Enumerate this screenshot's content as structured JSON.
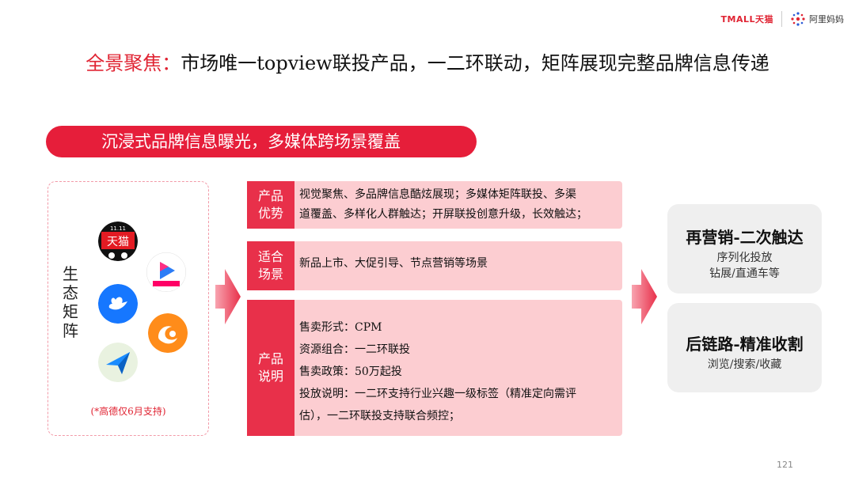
{
  "header": {
    "logo_tmall": "TMALL天猫",
    "logo_alimama": "阿里妈妈"
  },
  "title": {
    "prefix": "全景聚焦：",
    "main": "市场唯一topview联投产品，一二环联动，矩阵展现完整品牌信息传递"
  },
  "banner": "沉浸式品牌信息曝光，多媒体跨场景覆盖",
  "eco": {
    "label": "生态矩阵",
    "note": "(*高德仅6月支持)",
    "apps": [
      "tmall-app-icon",
      "youku-app-icon",
      "alipay-app-icon",
      "uc-browser-app-icon",
      "amap-app-icon"
    ]
  },
  "boxes": {
    "advantage": {
      "tag": "产品优势",
      "lines": [
        "视觉聚焦、多品牌信息酷炫展现；多媒体矩阵联投、多渠",
        "道覆盖、多样化人群触达；开屏联投创意升级，长效触达；"
      ]
    },
    "scenario": {
      "tag": "适合场景",
      "text": "新品上市、大促引导、节点营销等场景"
    },
    "description": {
      "tag": "产品说明",
      "lines": [
        "售卖形式：CPM",
        "资源组合：一二环联投",
        "售卖政策：50万起投",
        "投放说明：一二环支持行业兴趣一级标签（精准定向需评",
        "估），一二环联投支持联合频控；"
      ]
    }
  },
  "right": {
    "remarketing": {
      "title": "再营销-二次触达",
      "lines": [
        "序列化投放",
        "钻展/直通车等"
      ]
    },
    "harvest": {
      "title": "后链路-精准收割",
      "lines": [
        "浏览/搜索/收藏"
      ]
    }
  },
  "page_number": "121",
  "colors": {
    "accent": "#e61e3a",
    "tag": "#e8304a",
    "box_bg": "#fccdd1",
    "right_bg": "#efefef"
  }
}
